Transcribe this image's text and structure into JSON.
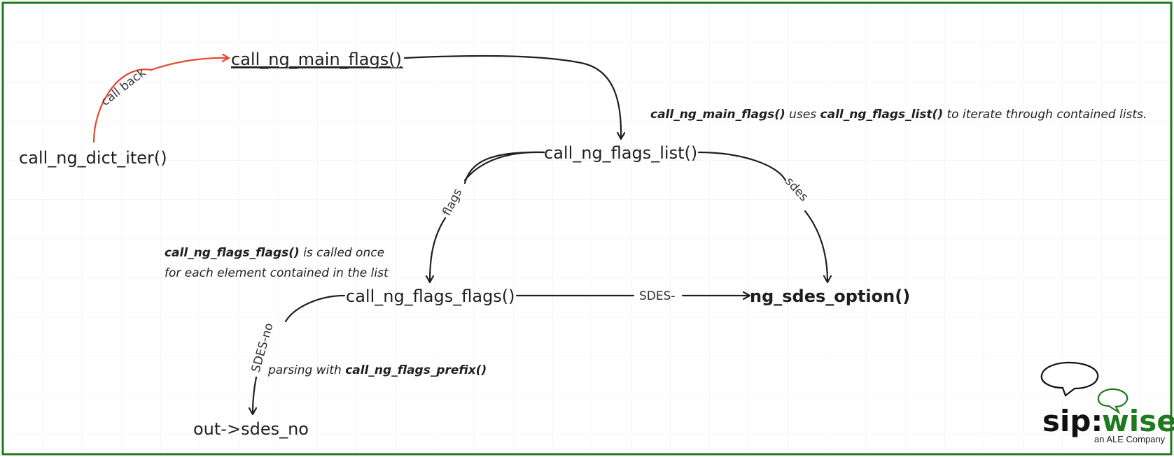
{
  "nodes": {
    "dict_iter": "call_ng_dict_iter()",
    "main_flags": "call_ng_main_flags()",
    "flags_list": "call_ng_flags_list()",
    "flags_flags": "call_ng_flags_flags()",
    "sdes_option": "ng_sdes_option()",
    "sdes_no": "out->sdes_no"
  },
  "edges": {
    "call_back": "call back",
    "flags": "flags",
    "sdes": "sdes",
    "sdes_prefix": "SDES-",
    "sdes_no": "SDES-no"
  },
  "notes": {
    "iterate": {
      "fn1": "call_ng_main_flags()",
      "mid": " uses ",
      "fn2": "call_ng_flags_list()",
      "tail": " to iterate through contained lists."
    },
    "called_once": {
      "fn": "call_ng_flags_flags()",
      "line1_tail": " is called once",
      "line2": "for each element contained in the list"
    },
    "parsing": {
      "pre": "parsing with ",
      "fn": "call_ng_flags_prefix()"
    }
  },
  "logo": {
    "sip": "sip:",
    "wise": "wise",
    "tagline": "an ALE Company"
  },
  "colors": {
    "frame": "#1f7a1f",
    "grid": "#ececec",
    "arrow": "#1f1f1f",
    "callback_arrow": "#e8472e",
    "logo_green": "#1f7a1f"
  }
}
